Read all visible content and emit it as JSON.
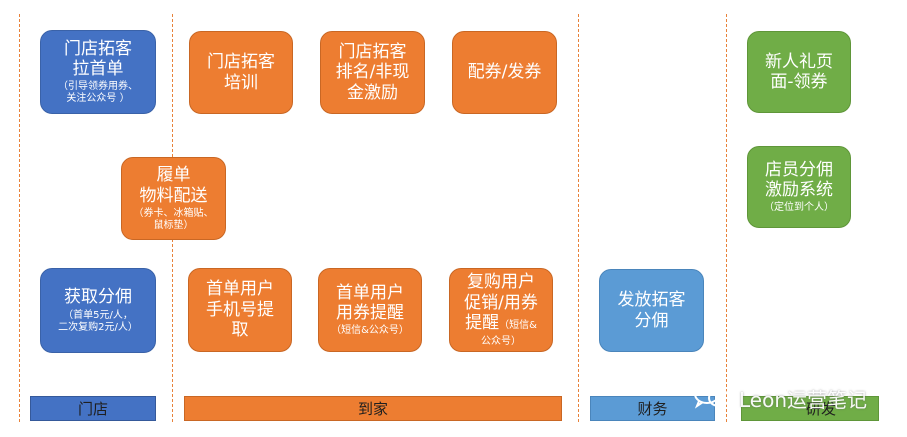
{
  "colors": {
    "store": "#4472c4",
    "delivery": "#ed7d31",
    "finance": "#5b9bd5",
    "rd": "#70ad47",
    "divider": "#e8823a"
  },
  "cards": {
    "store_first_order": {
      "title": "门店拓客\n拉首单",
      "sub": "（引导领券用券、\n关注公众号 ）"
    },
    "store_training": {
      "title": "门店拓客\n培训"
    },
    "store_ranking": {
      "title": "门店拓客\n排名/非现\n金激励"
    },
    "coupon_distribution": {
      "title": "配券/发券"
    },
    "fulfillment": {
      "title": "履单\n物料配送",
      "sub": "（券卡、冰箱贴、\n鼠标垫）"
    },
    "get_commission": {
      "title": "获取分佣",
      "sub": "（首单5元/人，\n二次复购2元/人）"
    },
    "first_order_phone": {
      "title": "首单用户\n手机号提\n取"
    },
    "first_order_reminder": {
      "title": "首单用户\n用券提醒",
      "sub": "（短信&公众号）"
    },
    "repurchase": {
      "title_lines": [
        "复购用户",
        "促销/用券",
        "提醒"
      ],
      "inline_sub": "（短信&",
      "tail": "公众号）"
    },
    "issue_commission": {
      "title": "发放拓客\n分佣"
    },
    "new_user_gift": {
      "title": "新人礼页\n面-领券"
    },
    "staff_commission": {
      "title": "店员分佣\n激励系统",
      "sub": "（定位到个人）"
    }
  },
  "departments": {
    "store": "门店",
    "delivery": "到家",
    "finance": "财务",
    "rd": "研发"
  },
  "watermark": {
    "icon": "wechat-icon",
    "text": "Leon运营笔记"
  }
}
